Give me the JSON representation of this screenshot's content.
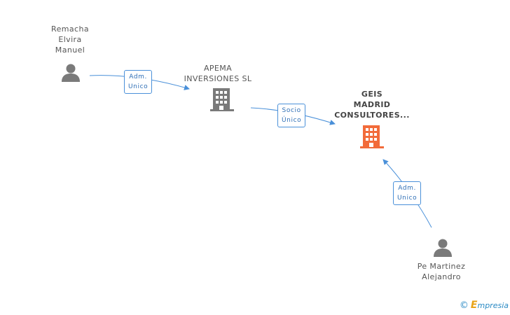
{
  "nodes": {
    "remacha": {
      "lines": [
        "Remacha",
        "Elvira",
        "Manuel"
      ],
      "type": "person"
    },
    "apema": {
      "lines": [
        "APEMA",
        "INVERSIONES SL"
      ],
      "type": "company"
    },
    "geis": {
      "lines": [
        "GEIS",
        "MADRID",
        "CONSULTORES..."
      ],
      "type": "company-main"
    },
    "pe_martinez": {
      "lines": [
        "Pe Martinez",
        "Alejandro"
      ],
      "type": "person"
    }
  },
  "edges": {
    "e1": {
      "lines": [
        "Adm.",
        "Unico"
      ]
    },
    "e2": {
      "lines": [
        "Socio",
        "Único"
      ]
    },
    "e3": {
      "lines": [
        "Adm.",
        "Unico"
      ]
    }
  },
  "footer": {
    "copyright": "©",
    "brand_initial": "E",
    "brand_rest": "mpresia"
  },
  "colors": {
    "edge": "#4a90d9",
    "person_icon": "#7a7a7a",
    "company_icon": "#7a7a7a",
    "main_company_icon": "#f26b3a"
  }
}
